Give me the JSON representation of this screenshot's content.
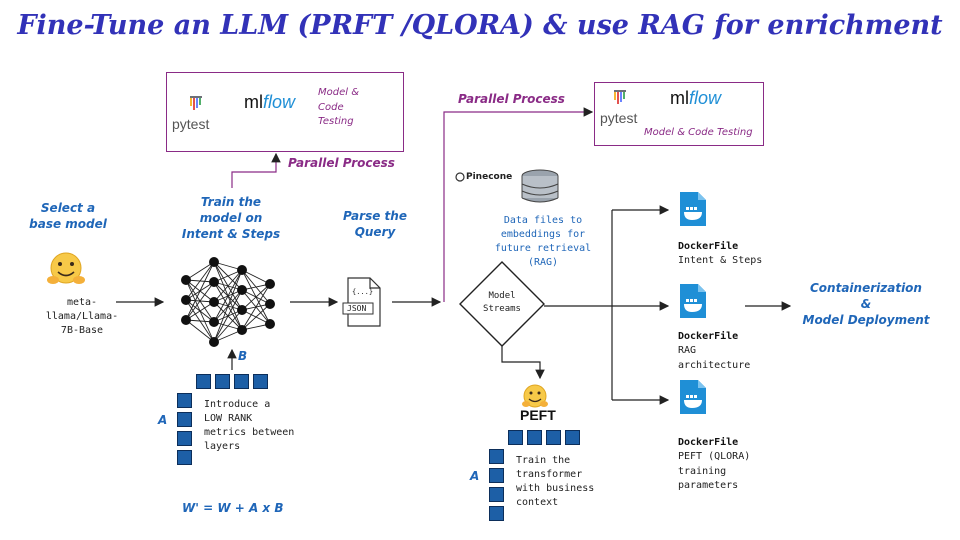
{
  "title": "Fine-Tune an LLM (PRFT /QLORA) & use RAG for enrichment",
  "steps": {
    "select_base_model": "Select a\nbase model",
    "base_model_name": "meta-\nllama/Llama-\n7B-Base",
    "train_model": "Train the\nmodel on\nIntent & Steps",
    "parse_query": "Parse the\nQuery",
    "containerization": "Containerization\n&\nModel Deployment"
  },
  "parallel_process_1": "Parallel Process",
  "parallel_process_2": "Parallel Process",
  "testing_box_1": {
    "pytest": "pytest",
    "mlflow_ml": "ml",
    "mlflow_flow": "flow",
    "caption": "Model &\nCode\nTesting"
  },
  "testing_box_2": {
    "pytest": "pytest",
    "mlflow_ml": "ml",
    "mlflow_flow": "flow",
    "caption": "Model & Code Testing"
  },
  "json_doc": {
    "braces": "{...}",
    "label": "JSON"
  },
  "pinecone_label": "Pinecone",
  "rag_note": "Data files to\nembeddings for\nfuture retrieval\n(RAG)",
  "model_streams": "Model\nStreams",
  "peft_label": "PEFT",
  "lora": {
    "b_label": "B",
    "a_label": "A",
    "note": "Introduce a\nLOW RANK\nmetrics between\nlayers",
    "formula": "W' = W + A x B"
  },
  "peft_matrix": {
    "a_label": "A",
    "note": "Train the\ntransformer\nwith business\ncontext"
  },
  "dockerfiles": [
    {
      "title": "DockerFile",
      "sub": "Intent & Steps"
    },
    {
      "title": "DockerFile",
      "sub": "RAG\narchitecture"
    },
    {
      "title": "DockerFile",
      "sub": "PEFT (QLORA)\ntraining\nparameters"
    }
  ],
  "colors": {
    "title": "#3232b8",
    "label_blue": "#1f66b8",
    "purple": "#8a2b86",
    "matrix": "#1d5fa6",
    "docker": "#1f8fd6",
    "hug": "#f7c948"
  },
  "icons": [
    "hugging-face-emoji-icon",
    "neural-network-icon",
    "json-file-icon",
    "database-icon",
    "docker-file-icon",
    "pytest-icon",
    "mlflow-logo"
  ]
}
